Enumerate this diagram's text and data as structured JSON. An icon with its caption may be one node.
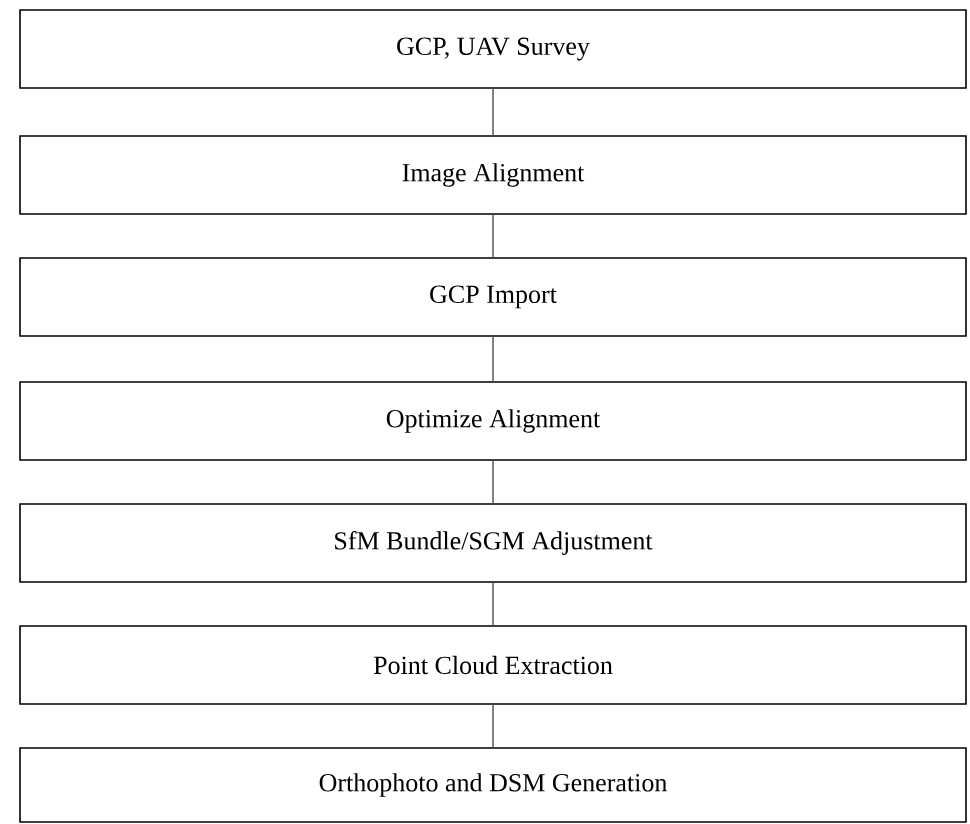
{
  "diagram": {
    "nodes": [
      {
        "text": [
          "GCP, UAV Survey"
        ]
      },
      {
        "text": [
          "Image Alignment"
        ]
      },
      {
        "text": [
          "GCP Import"
        ]
      },
      {
        "text": [
          "Optimize Alignment"
        ]
      },
      {
        "text": [
          "SfM Bundle/SGM Adjustment"
        ]
      },
      {
        "text": [
          "Point Cloud Extraction"
        ]
      },
      {
        "text": [
          "Orthophoto and DSM Generation"
        ]
      }
    ],
    "edges": [
      {
        "from": 0,
        "to": 1,
        "arrow": "none"
      },
      {
        "from": 1,
        "to": 2,
        "arrow": "none"
      },
      {
        "from": 2,
        "to": 3,
        "arrow": "none"
      },
      {
        "from": 3,
        "to": 4,
        "arrow": "none"
      },
      {
        "from": 4,
        "to": 5,
        "arrow": "none"
      },
      {
        "from": 5,
        "to": 6,
        "arrow": "none"
      }
    ]
  }
}
